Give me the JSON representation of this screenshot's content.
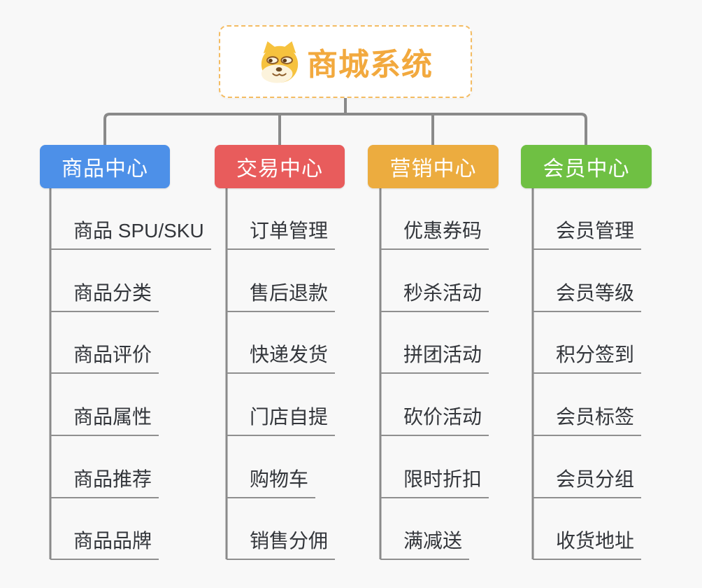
{
  "diagram": {
    "type": "mindmap-org-chart",
    "background_color": "#f8f8f8",
    "connector_color": "#8a8a8a",
    "underline_color": "#8f8f8f",
    "root": {
      "title": "商城系统",
      "icon": "doge-icon",
      "text_color": "#f2a93e",
      "border_color": "#f4bc62",
      "background_color": "#ffffff"
    },
    "branches": [
      {
        "label": "商品中心",
        "color": "#4d90e8",
        "children": [
          "商品 SPU/SKU",
          "商品分类",
          "商品评价",
          "商品属性",
          "商品推荐",
          "商品品牌"
        ]
      },
      {
        "label": "交易中心",
        "color": "#e85c5c",
        "children": [
          "订单管理",
          "售后退款",
          "快递发货",
          "门店自提",
          "购物车",
          "销售分佣"
        ]
      },
      {
        "label": "营销中心",
        "color": "#ecac3f",
        "children": [
          "优惠券码",
          "秒杀活动",
          "拼团活动",
          "砍价活动",
          "限时折扣",
          "满减送"
        ]
      },
      {
        "label": "会员中心",
        "color": "#6fc043",
        "children": [
          "会员管理",
          "会员等级",
          "积分签到",
          "会员标签",
          "会员分组",
          "收货地址"
        ]
      }
    ]
  }
}
